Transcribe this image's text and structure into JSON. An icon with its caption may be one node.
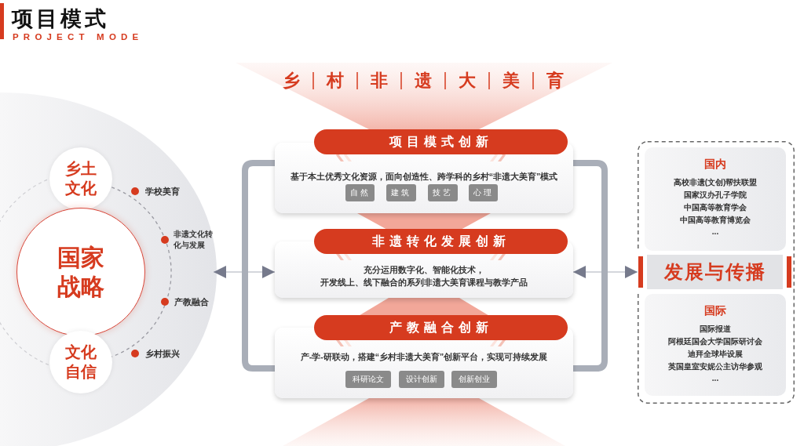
{
  "diagram": {
    "title": "项目模式",
    "nodes": [
      {
        "text": [],
        "shape": "circle"
      },
      {
        "text": [
          "乡土文化"
        ],
        "in": 0
      },
      {
        "text": [
          "国家战略"
        ],
        "in": 0
      },
      {
        "text": [
          "文化自信"
        ],
        "in": 0
      },
      {
        "text": [
          "项目模式创新",
          "基于本土优秀文化资源，面向创造性、跨学科的**乡村“非遗大美育”**模式"
        ]
      },
      {
        "text": [
          "自然"
        ],
        "in": 4
      },
      {
        "text": [
          "建筑"
        ],
        "in": 4
      },
      {
        "text": [
          "技艺"
        ],
        "in": 4
      },
      {
        "text": [
          "心理"
        ],
        "in": 4
      },
      {
        "text": [
          "非遗转化发展创新",
          "充分运用数字化、智能化技术，开发线上、线下融合的系列**非遗大美育课程与教学产品**"
        ]
      },
      {
        "text": [
          "产教融合创新",
          "**产-学-研联动**，搭建“乡村非遗大美育”创新平台，实现可持续发展"
        ]
      },
      {
        "text": [
          "科研论文"
        ],
        "in": 10
      },
      {
        "text": [
          "设计创新"
        ],
        "in": 10
      },
      {
        "text": [
          "创新创业"
        ],
        "in": 10
      },
      {
        "text": [],
        "shape": "box"
      },
      {
        "text": [
          "国内",
          "高校非遗(文创)帮扶联盟",
          "国家汉办孔子学院",
          "中国高等教育学会",
          "中国高等教育博览会",
          "..."
        ],
        "in": 14
      },
      {
        "text": [
          "发展与传播"
        ],
        "in": 14
      },
      {
        "text": [
          "国际",
          "国际报道",
          "阿根廷国会大学国际研讨会",
          "迪拜全球毕设展",
          "英国皇室安妮公主访华参观",
          "..."
        ],
        "in": 14
      }
    ],
    "edges": [
      {
        "from": 1,
        "to": 3,
        "arrow": "none",
        "style": "dashed"
      },
      {
        "from": 0,
        "to": 9,
        "arrow": "both"
      },
      {
        "from": 9,
        "to": 14,
        "arrow": "both"
      }
    ],
    "labels": [
      "PROJECT MODE",
      "乡村非遗大美育",
      "学校美育",
      "非遗文化转化与发展",
      "产教融合",
      "乡村振兴"
    ]
  }
}
